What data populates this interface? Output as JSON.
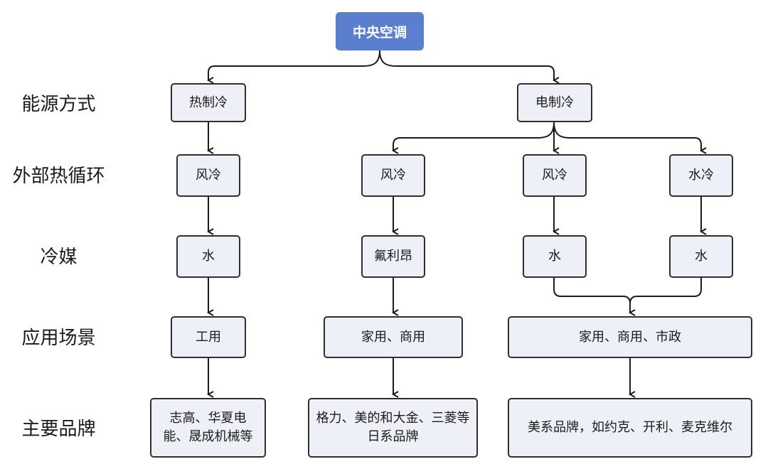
{
  "root": {
    "label": "中央空调"
  },
  "row_labels": {
    "energy": "能源方式",
    "heat_cycle": "外部热循环",
    "refrigerant": "冷媒",
    "scenario": "应用场景",
    "brands": "主要品牌"
  },
  "energy": {
    "thermal": "热制冷",
    "electric": "电制冷"
  },
  "heat_cycle": {
    "c1": "风冷",
    "c2": "风冷",
    "c3": "风冷",
    "c4": "水冷"
  },
  "refrigerant": {
    "c1": "水",
    "c2": "氟利昂",
    "c3": "水",
    "c4": "水"
  },
  "scenario": {
    "c1": "工用",
    "c2": "家用、商用",
    "c3": "家用、商用、市政"
  },
  "brands": {
    "c1": "志高、华夏电能、晟成机械等",
    "c2": "格力、美的和大金、三菱等日系品牌",
    "c3": "美系品牌，如约克、开利、麦克维尔"
  },
  "colors": {
    "root_fill": "#5b7fcf",
    "node_fill": "#eef0f8",
    "node_border": "#2f2f2f"
  }
}
